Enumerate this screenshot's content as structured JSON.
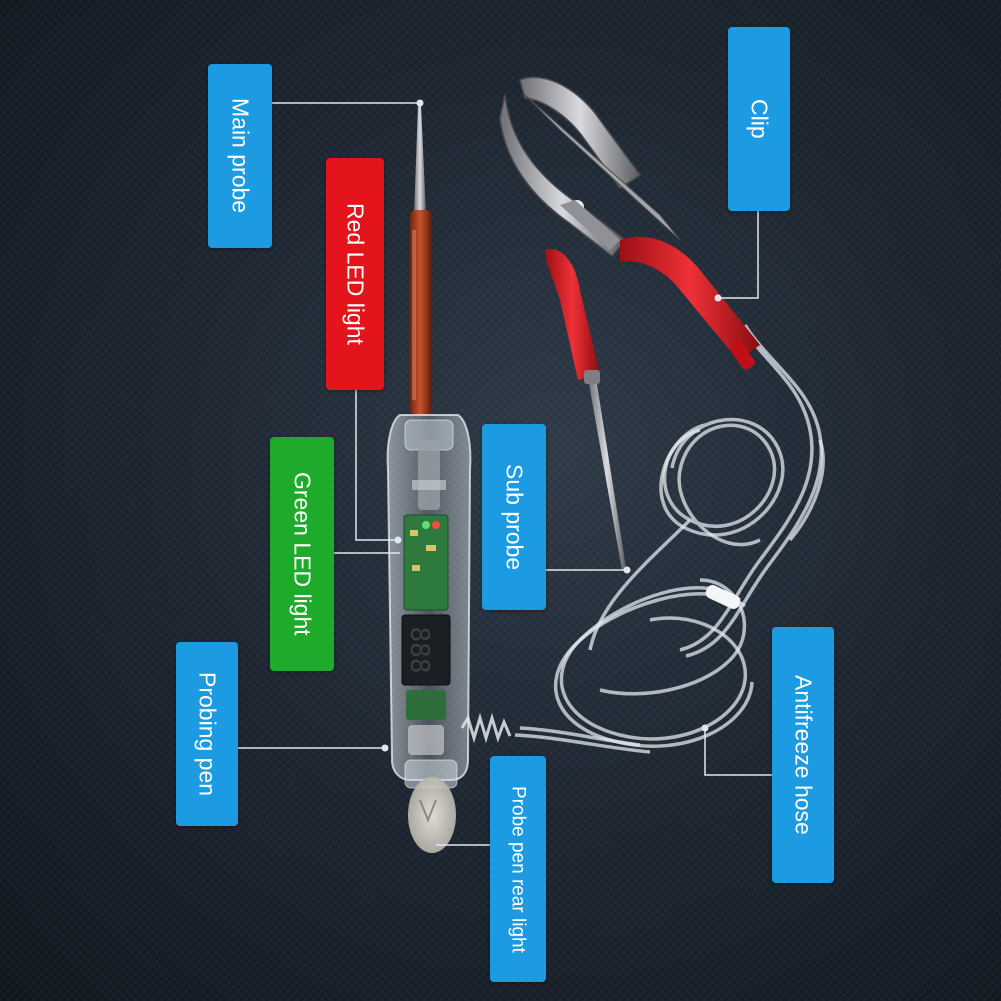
{
  "labels": {
    "main_probe": "Main probe",
    "red_led_light": "Red LED light",
    "green_led_light": "Green LED light",
    "probing_pen": "Probing pen",
    "probe_pen_rear_light": "Probe pen rear light",
    "sub_probe": "Sub probe",
    "clip": "Clip",
    "antifreeze_hose": "Antifreeze hose"
  },
  "colors": {
    "label_blue": "#1c9be2",
    "label_red": "#e3141b",
    "label_green": "#1eab2c",
    "probe_copper": "#b5401f",
    "clip_grip_red": "#e0202a",
    "leader_line": "#dfe7ee"
  },
  "icons": {
    "tester": "circuit-tester-pen-icon",
    "clip": "alligator-clip-icon",
    "hose": "coiled-hose-icon"
  }
}
